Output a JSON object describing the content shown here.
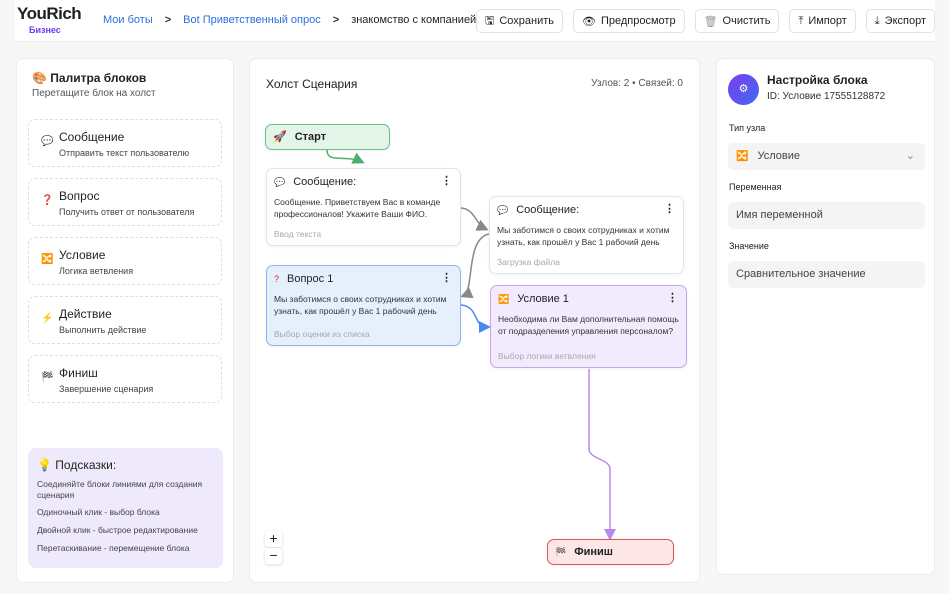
{
  "header": {
    "logo": "YouRich",
    "logo_sub": "Бизнес",
    "breadcrumbs": [
      "Мои боты",
      "Bot Приветственный опрос",
      "знакомство с компанией"
    ],
    "buttons": {
      "save": "Сохранить",
      "preview": "Предпросмотр",
      "clear": "Очистить",
      "import": "Импорт",
      "export": "Экспорт"
    }
  },
  "palette": {
    "title": "Палитра блоков",
    "subtitle": "Перетащите блок на холст",
    "items": [
      {
        "label": "Сообщение",
        "desc": "Отправить текст пользователю",
        "icon": "💬"
      },
      {
        "label": "Вопрос",
        "desc": "Получить ответ от пользователя",
        "icon": "❓"
      },
      {
        "label": "Условие",
        "desc": "Логика ветвления",
        "icon": "🔀"
      },
      {
        "label": "Действие",
        "desc": "Выполнить действие",
        "icon": "⚡"
      },
      {
        "label": "Финиш",
        "desc": "Завершение сценария",
        "icon": "🏁"
      }
    ],
    "tips": {
      "title": "Подсказки:",
      "items": [
        "Соединяйте блоки линиями для создания сценария",
        "Одиночный клик - выбор блока",
        "Двойной клик - быстрое редактирование",
        "Перетаскивание - перемещение блока"
      ]
    }
  },
  "canvas": {
    "title": "Холст Сценария",
    "nodes_count": "Узлов: 2",
    "links_count": "Связей: 0",
    "nodes": {
      "start": {
        "title": "Старт"
      },
      "msg1": {
        "title": "Сообщение:",
        "body": "Сообщение. Приветствуем Вас в команде профессионалов! Укажите Ваши ФИО.",
        "footer": "Ввод текста"
      },
      "msg2": {
        "title": "Сообщение:",
        "body": "Мы заботимся о своих сотрудниках и хотим узнать, как прошёл у Вас 1 рабочий день",
        "footer": "Загрузка файла"
      },
      "q1": {
        "title": "Вопрос 1",
        "body": "Мы заботимся о своих сотрудниках и хотим узнать, как прошёл у Вас 1 рабочий день",
        "footer": "Выбор оценки из списка"
      },
      "cond1": {
        "title": "Условие 1",
        "body": "Необходима ли Вам дополнительная помощь от подразделения управления персоналом?",
        "footer": "Выбор логики ветвления"
      },
      "finish": {
        "title": "Финиш"
      }
    },
    "zoom_in": "+",
    "zoom_out": "−"
  },
  "settings": {
    "title": "Настройка блока",
    "id": "ID: Условие 17555128872",
    "type_label": "Тип узла",
    "type_value": "Условие",
    "var_label": "Переменная",
    "var_placeholder": "Имя переменной",
    "value_label": "Значение",
    "value_placeholder": "Сравнительное значение"
  },
  "colors": {
    "accent": "#2a6fe0",
    "start": "#e3f5e8",
    "question": "#e6effc",
    "condition": "#f1ebfd",
    "finish": "#fde6e6"
  }
}
